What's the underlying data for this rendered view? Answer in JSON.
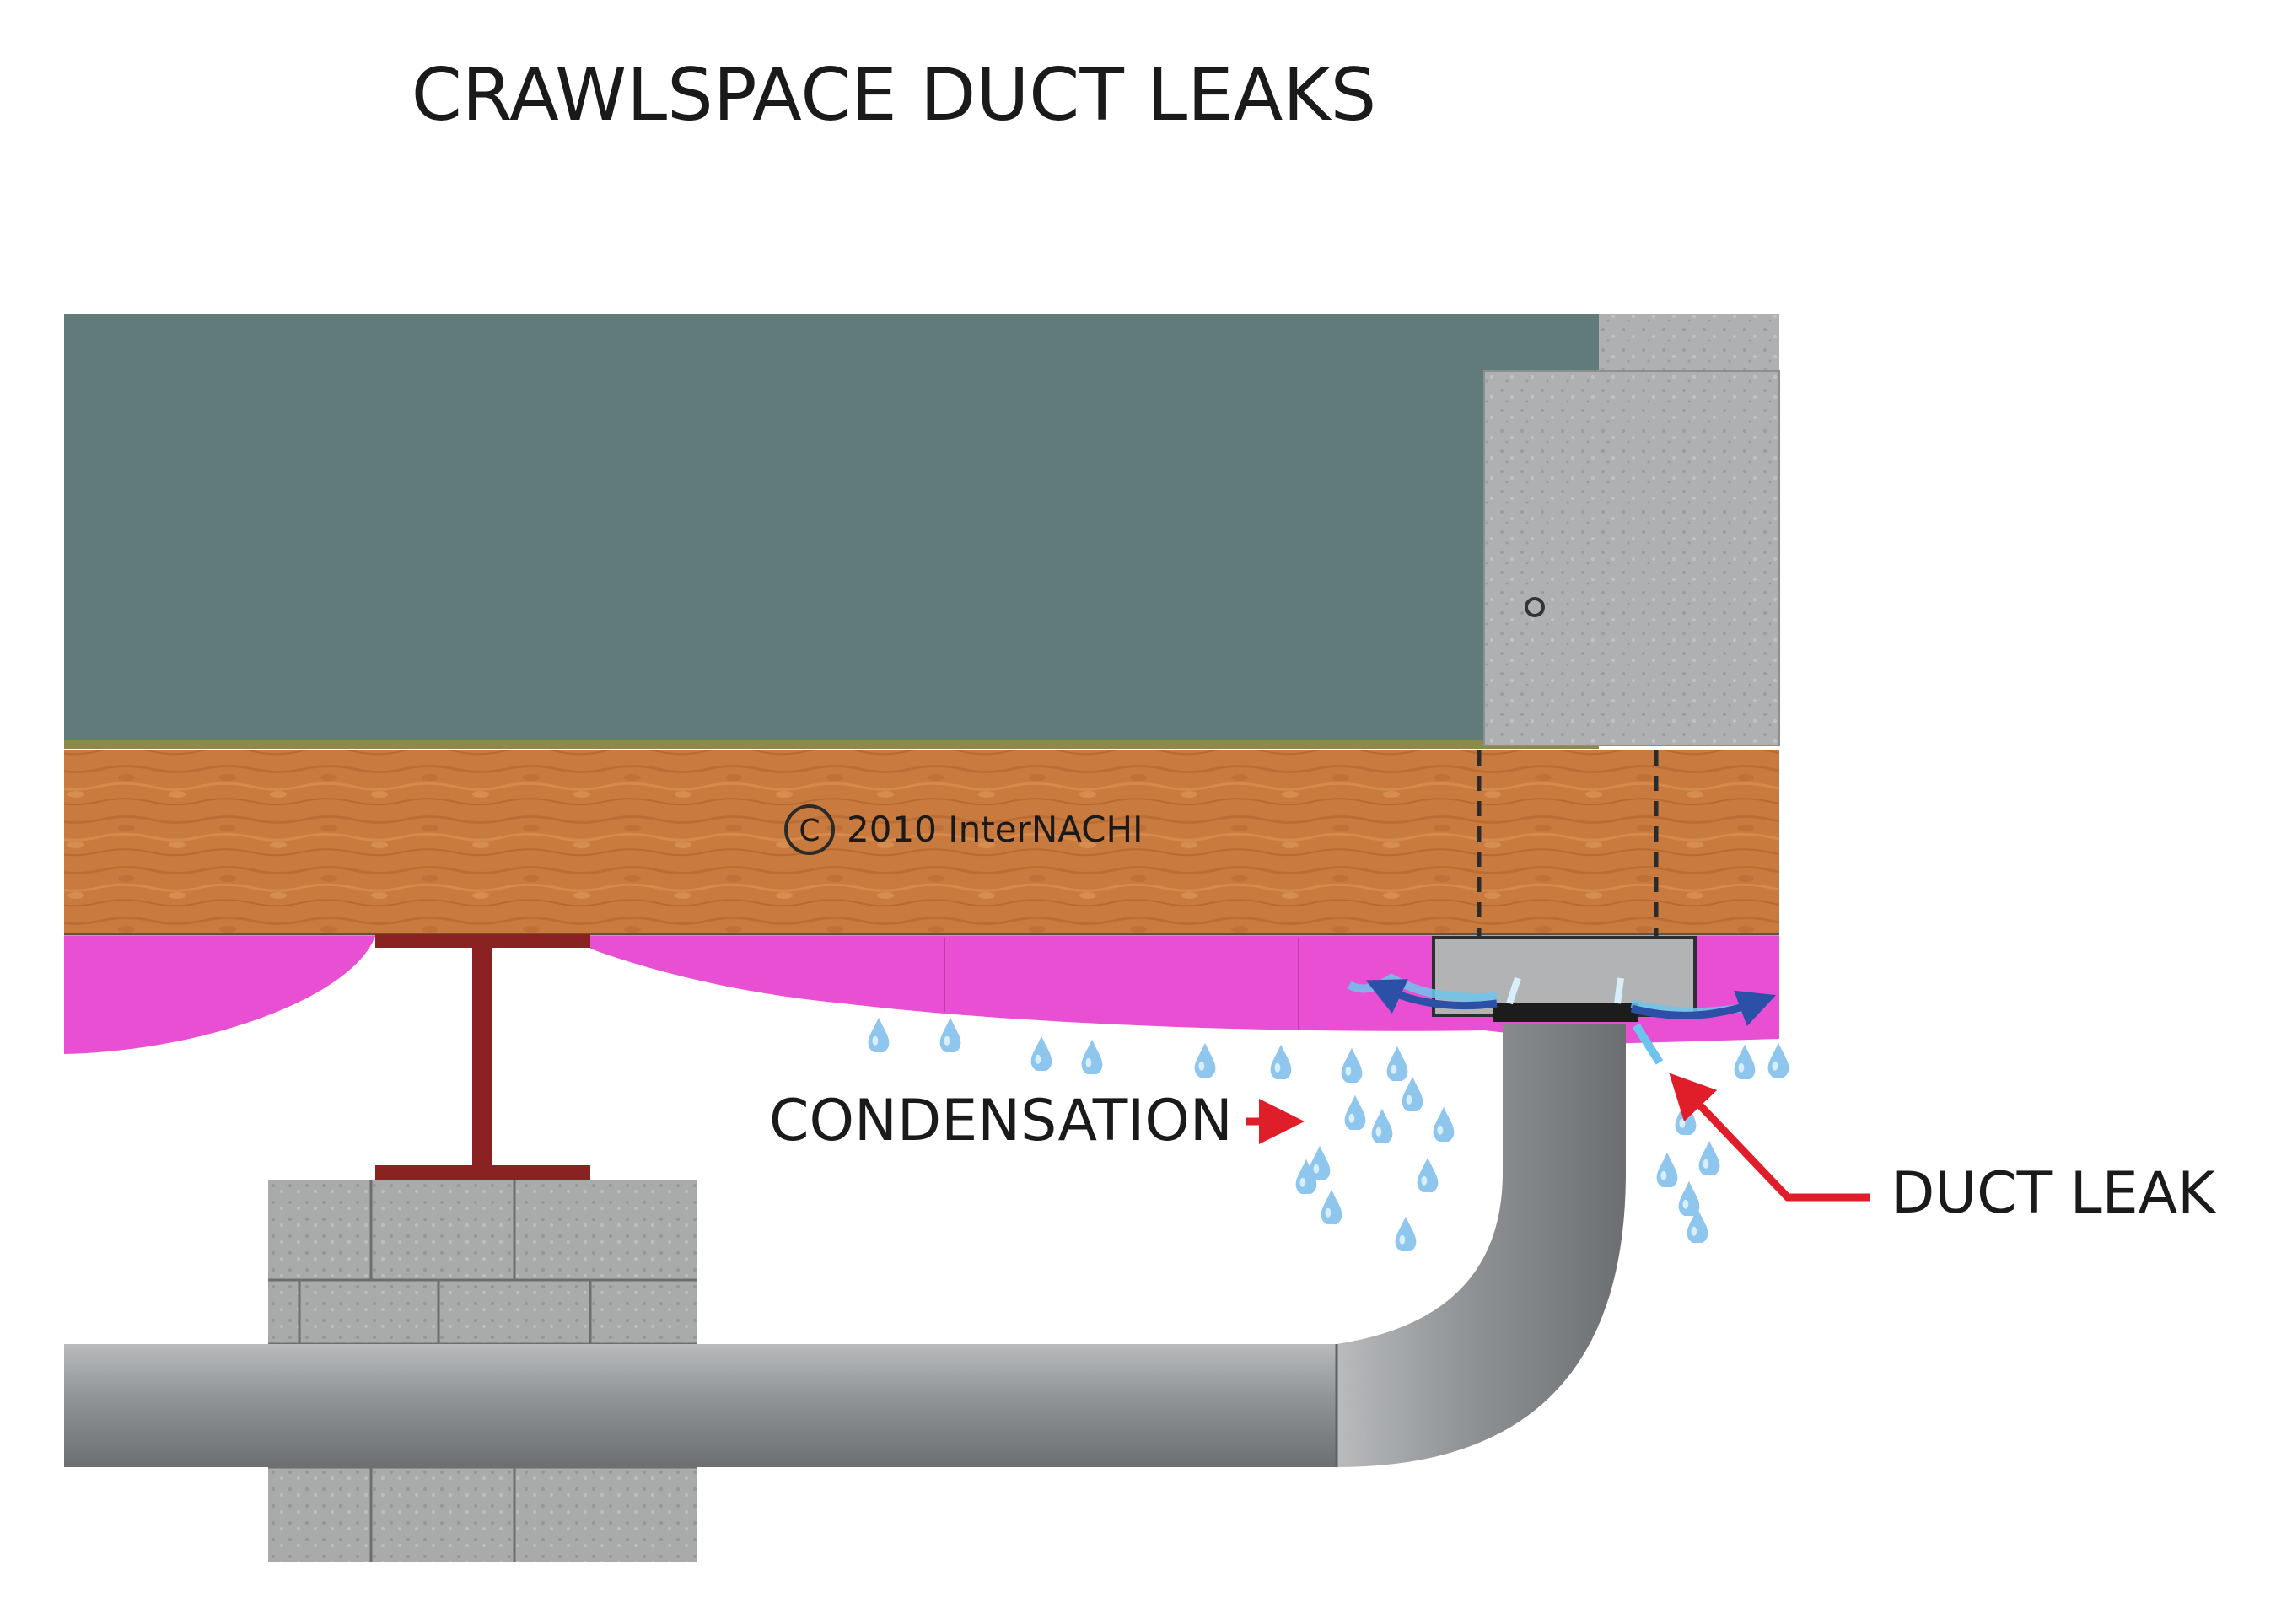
{
  "title": "CRAWLSPACE DUCT LEAKS",
  "copyright": "2010  InterNACHI",
  "copyright_symbol": "C",
  "labels": {
    "condensation": "CONDENSATION",
    "duct_leak": "DUCT LEAK"
  },
  "colors": {
    "wall": "#607b79",
    "wood": "#c8743a",
    "insulation": "#e84fd2",
    "beam": "#8a2222",
    "concrete": "#a7a9aa",
    "duct": "#8f9294",
    "water": "#8ec6ee",
    "arrow_red": "#e01e2a",
    "airflow": "#2c4fa8"
  },
  "icons": [
    "water-drop-icon",
    "airflow-arrow-icon",
    "pointer-arrow-icon",
    "copyright-icon"
  ]
}
